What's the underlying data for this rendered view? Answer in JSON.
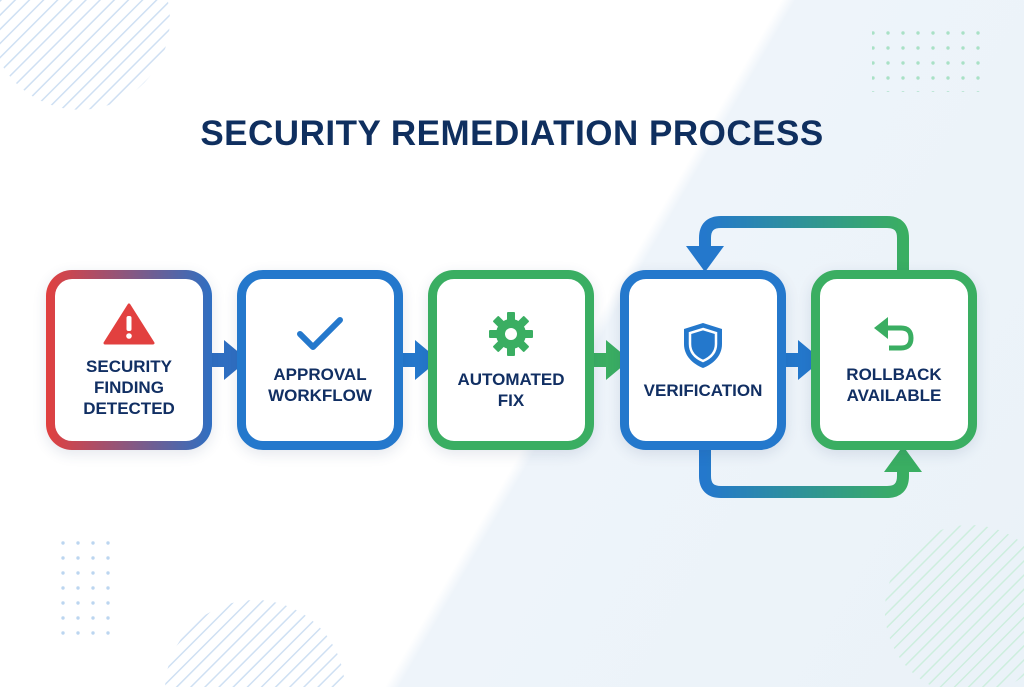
{
  "title": "SECURITY REMEDIATION PROCESS",
  "steps": [
    {
      "label": "SECURITY\nFINDING\nDETECTED",
      "icon": "warning-icon",
      "color": "#e2403f"
    },
    {
      "label": "APPROVAL\nWORKFLOW",
      "icon": "checkmark-icon",
      "color": "#2478cc"
    },
    {
      "label": "AUTOMATED\nFIX",
      "icon": "gear-icon",
      "color": "#3aae62"
    },
    {
      "label": "VERIFICATION",
      "icon": "shield-icon",
      "color": "#2478cc"
    },
    {
      "label": "ROLLBACK\nAVAILABLE",
      "icon": "undo-icon",
      "color": "#3aae62"
    }
  ],
  "colors": {
    "blue": "#2478cc",
    "green": "#3aae62",
    "red": "#e2403f",
    "navy": "#0f2f5f"
  }
}
